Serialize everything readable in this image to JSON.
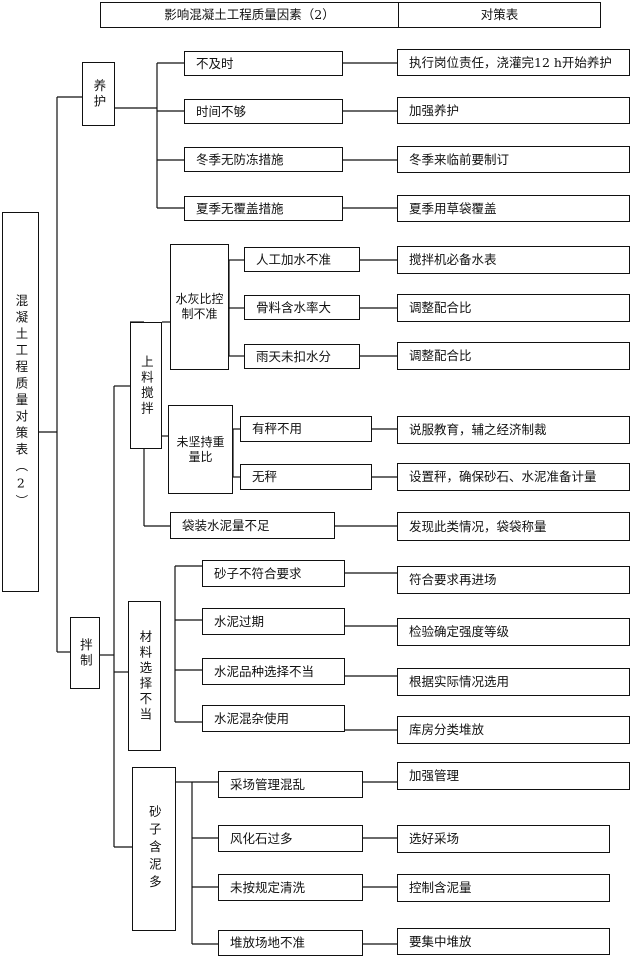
{
  "header": {
    "title": "影响混凝土工程质量因素（2）",
    "countermeasure": "对策表"
  },
  "root": {
    "label": "混凝土工程质量对策表（2）"
  },
  "curing": {
    "label": "养护",
    "items": [
      {
        "cause": "不及时",
        "measure": "执行岗位责任，浇灌完12 h开始养护"
      },
      {
        "cause": "时间不够",
        "measure": "加强养护"
      },
      {
        "cause": "冬季无防冻措施",
        "measure": "冬季来临前要制订"
      },
      {
        "cause": "夏季无覆盖措施",
        "measure": "夏季用草袋覆盖"
      }
    ]
  },
  "mixing": {
    "label": "拌制",
    "loading": {
      "label": "上料搅拌",
      "water_cement": {
        "label": "水灰比控制不准",
        "items": [
          {
            "cause": "人工加水不准",
            "measure": "搅拌机必备水表"
          },
          {
            "cause": "骨料含水率大",
            "measure": "调整配合比"
          },
          {
            "cause": "雨天未扣水分",
            "measure": "调整配合比"
          }
        ]
      },
      "weighing": {
        "label": "未坚持重量比",
        "items": [
          {
            "cause": "有秤不用",
            "measure": "说服教育，辅之经济制裁"
          },
          {
            "cause": "无秤",
            "measure": "设置秤，确保砂石、水泥准备计量"
          }
        ]
      },
      "bag": {
        "cause": "袋装水泥量不足",
        "measure": "发现此类情况，袋袋称量"
      }
    },
    "material": {
      "label": "材料选择不当",
      "items": [
        {
          "cause": "砂子不符合要求",
          "measure": "符合要求再进场"
        },
        {
          "cause": "水泥过期",
          "measure": "检验确定强度等级"
        },
        {
          "cause": "水泥品种选择不当",
          "measure": "根据实际情况选用"
        },
        {
          "cause": "水泥混杂使用",
          "measure": "库房分类堆放"
        }
      ]
    },
    "sand": {
      "label": "砂子含泥多",
      "items": [
        {
          "cause": "采场管理混乱",
          "measure": "加强管理"
        },
        {
          "cause": "风化石过多",
          "measure": "选好采场"
        },
        {
          "cause": "未按规定清洗",
          "measure": "控制含泥量"
        },
        {
          "cause": "堆放场地不准",
          "measure": "要集中堆放"
        }
      ]
    }
  }
}
